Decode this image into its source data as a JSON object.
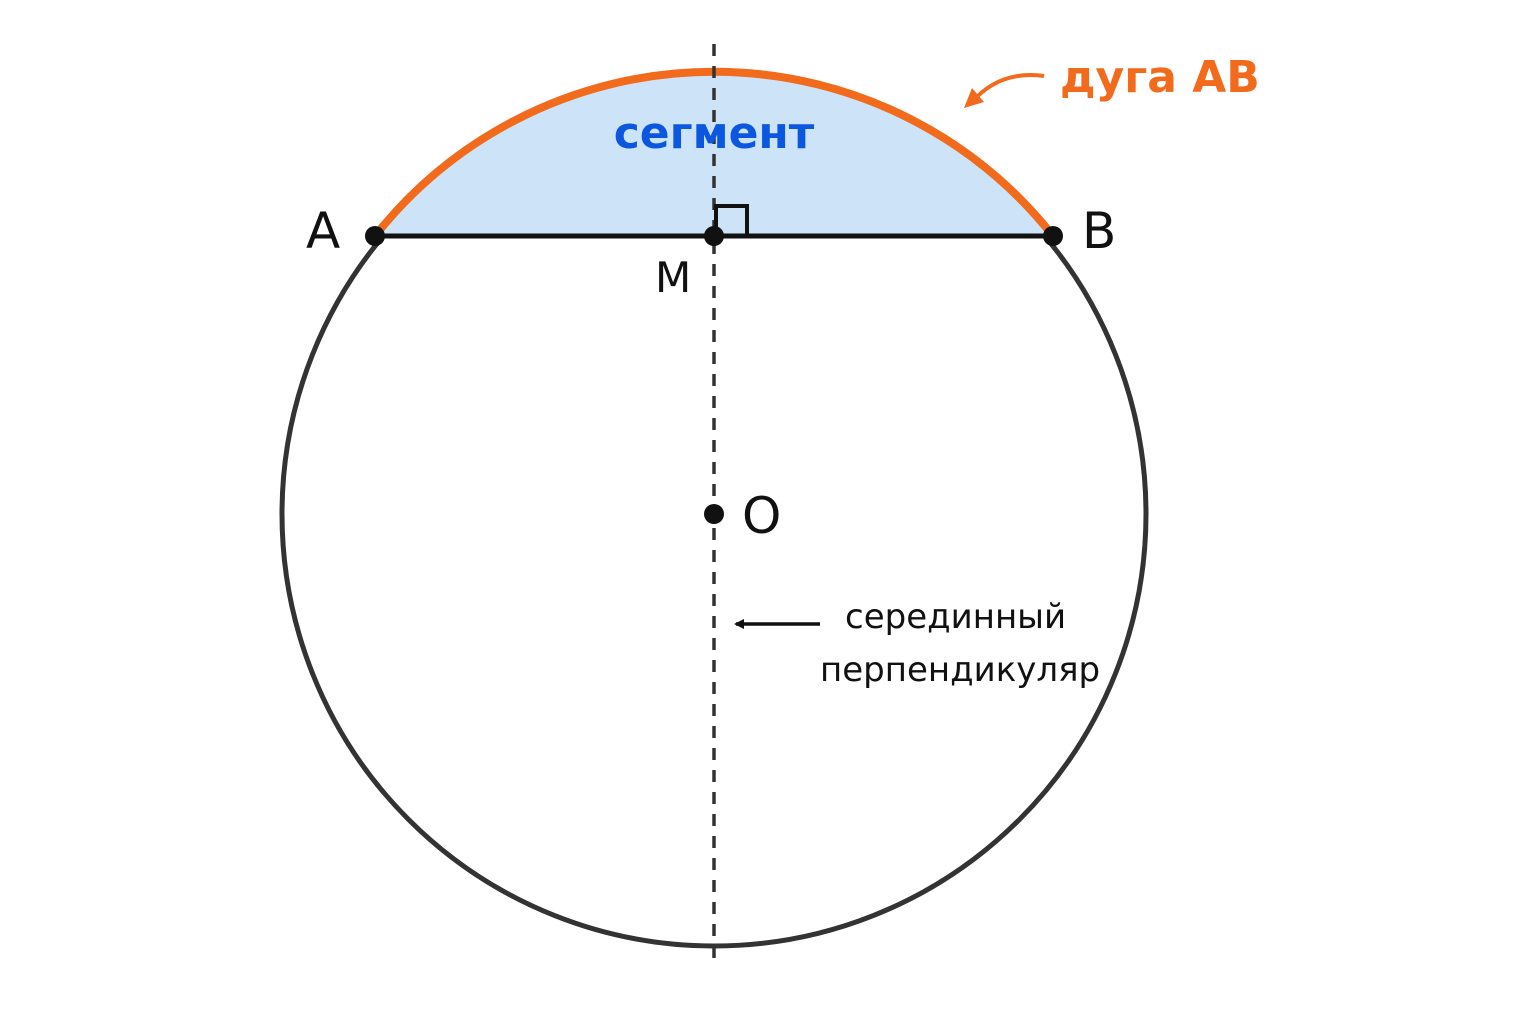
{
  "points": {
    "A": "A",
    "B": "B",
    "M": "M",
    "O": "O"
  },
  "labels": {
    "segment": "сегмент",
    "arc": "дуга AB",
    "perpendicular_line1": "серединный",
    "perpendicular_line2": "перпендикуляр"
  },
  "colors": {
    "circle": "#333333",
    "arc": "#f26a1b",
    "segment_fill": "#cde4f8",
    "segment_text": "#0b57e0",
    "chord": "#111111",
    "dashed_line": "#333333"
  }
}
